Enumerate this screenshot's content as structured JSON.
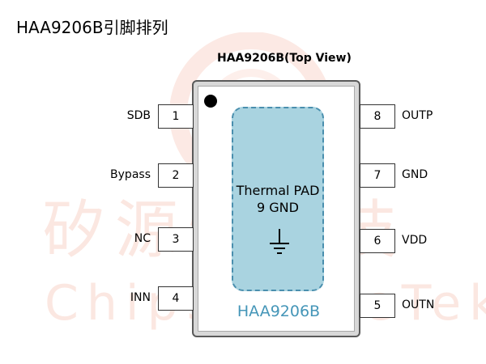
{
  "header": {
    "title": "HAA9206B引脚排列",
    "subtitle": "HAA9206B(Top View)"
  },
  "watermark": {
    "chinese": "矽源特科技",
    "english": "ChipSourceTek"
  },
  "chip": {
    "name": "HAA9206B",
    "thermal_pad_line1": "Thermal PAD",
    "thermal_pad_line2": "9 GND",
    "ground_symbol": "ground-icon"
  },
  "pins": {
    "left": [
      {
        "number": "1",
        "label": "SDB"
      },
      {
        "number": "2",
        "label": "Bypass"
      },
      {
        "number": "3",
        "label": "NC"
      },
      {
        "number": "4",
        "label": "INN"
      }
    ],
    "right": [
      {
        "number": "8",
        "label": "OUTP"
      },
      {
        "number": "7",
        "label": "GND"
      },
      {
        "number": "6",
        "label": "VDD"
      },
      {
        "number": "5",
        "label": "OUTN"
      }
    ]
  },
  "colors": {
    "thermal_pad_fill": "#a9d3e0",
    "thermal_pad_border": "#4a8fae",
    "chip_name": "#4596b8",
    "watermark": "#eb785a"
  }
}
